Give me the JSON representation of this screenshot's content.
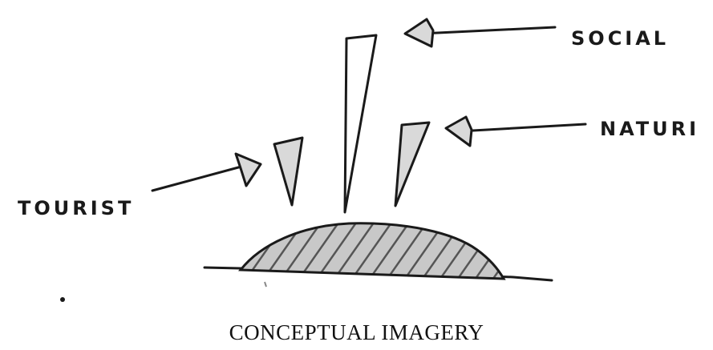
{
  "labels": {
    "social": "SOCIAL",
    "nature": "NATURI",
    "tourist": "TOURIST"
  },
  "caption": "CONCEPTUAL IMAGERY",
  "colors": {
    "ink": "#1a1a1a",
    "hatch": "#555555",
    "hill_fill": "#bdbdbd"
  }
}
